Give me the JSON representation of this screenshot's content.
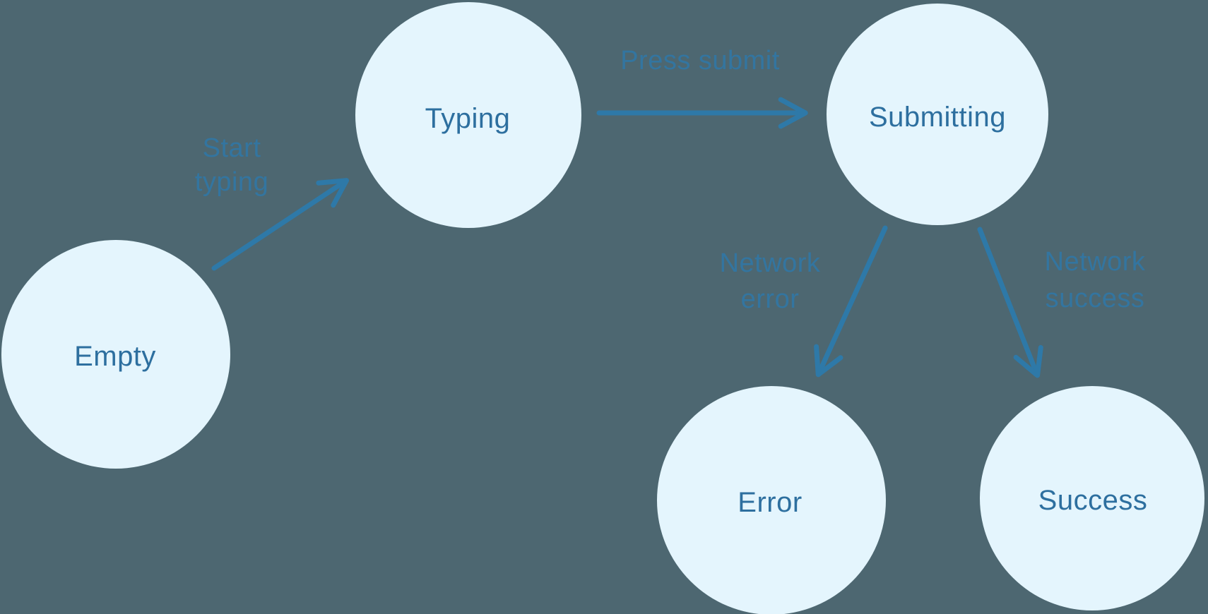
{
  "title": "Form submission state machine diagram",
  "colors": {
    "background": "#4d6771",
    "node_fill": "#e4f5fd",
    "node_text": "#2d6f9f",
    "arrow": "#2e79a8",
    "edge_label": "#3177a4"
  },
  "nodes": {
    "empty": {
      "label": "Empty"
    },
    "typing": {
      "label": "Typing"
    },
    "submitting": {
      "label": "Submitting"
    },
    "error": {
      "label": "Error"
    },
    "success": {
      "label": "Success"
    }
  },
  "edges": {
    "start_typing": {
      "from": "Empty",
      "to": "Typing",
      "label_line1": "Start",
      "label_line2": "typing"
    },
    "press_submit": {
      "from": "Typing",
      "to": "Submitting",
      "label": "Press submit"
    },
    "network_error": {
      "from": "Submitting",
      "to": "Error",
      "label_line1": "Network",
      "label_line2": "error"
    },
    "network_success": {
      "from": "Submitting",
      "to": "Success",
      "label_line1": "Network",
      "label_line2": "success"
    }
  }
}
